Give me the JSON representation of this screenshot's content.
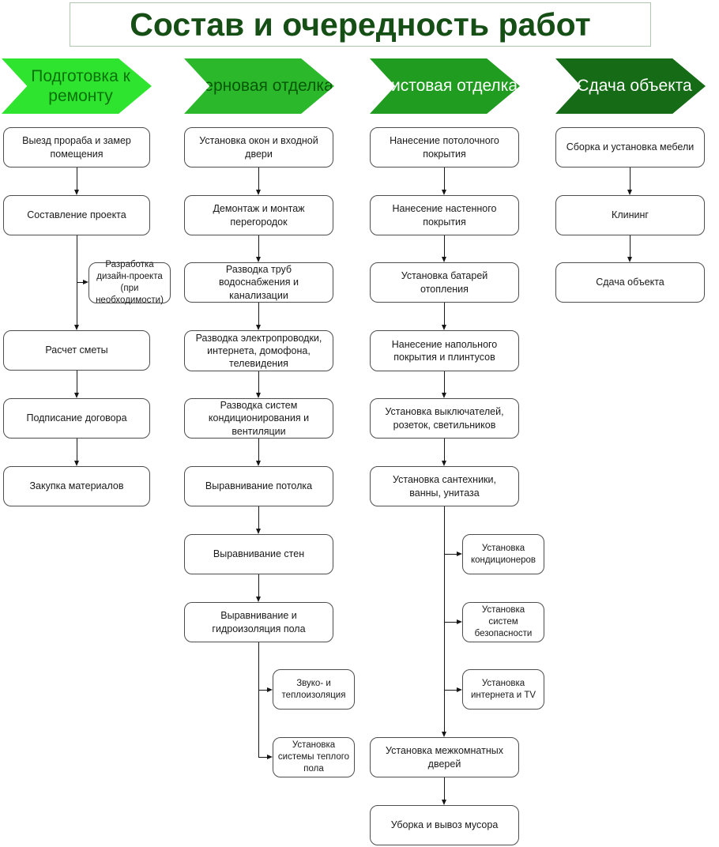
{
  "title": "Состав и очередность работ",
  "accent_colors": {
    "title_text": "#164f16",
    "title_border": "#aec6ae",
    "phase1_fill": "#2fe42f",
    "phase1_text": "#0a720a",
    "phase2_fill": "#2bb92b",
    "phase2_text": "#085808",
    "phase3_fill": "#209d20",
    "phase3_text": "#ffffff",
    "phase4_fill": "#166b16",
    "phase4_text": "#ffffff",
    "node_border": "#4d4d4d",
    "connector": "#161616"
  },
  "columns": [
    {
      "header": {
        "label": "Подготовка к ремонту"
      },
      "boxes": [
        {
          "label": "Выезд прораба и замер помещения"
        },
        {
          "label": "Составление проекта"
        },
        {
          "label": "Расчет сметы"
        },
        {
          "label": "Подписание договора"
        },
        {
          "label": "Закупка материалов"
        }
      ],
      "side_boxes": [
        {
          "label": "Разработка дизайн-проекта (при необходимости)"
        }
      ]
    },
    {
      "header": {
        "label": "Черновая отделка"
      },
      "boxes": [
        {
          "label": "Установка окон и входной двери"
        },
        {
          "label": "Демонтаж и монтаж перегородок"
        },
        {
          "label": "Разводка труб водоснабжения и канализации"
        },
        {
          "label": "Разводка электропроводки, интернета, домофона, телевидения"
        },
        {
          "label": "Разводка систем кондиционирования и вентиляции"
        },
        {
          "label": "Выравнивание потолка"
        },
        {
          "label": "Выравнивание стен"
        },
        {
          "label": "Выравнивание и гидроизоляция пола"
        }
      ],
      "side_boxes": [
        {
          "label": "Звуко- и теплоизоляция"
        },
        {
          "label": "Установка системы теплого пола"
        }
      ]
    },
    {
      "header": {
        "label": "Чистовая отделка"
      },
      "boxes": [
        {
          "label": "Нанесение потолочного покрытия"
        },
        {
          "label": "Нанесение настенного покрытия"
        },
        {
          "label": "Установка батарей отопления"
        },
        {
          "label": "Нанесение напольного покрытия и плинтусов"
        },
        {
          "label": "Установка выключателей, розеток, светильников"
        },
        {
          "label": "Установка сантехники, ванны, унитаза"
        },
        {
          "label": "Установка межкомнатных дверей"
        },
        {
          "label": "Уборка и вывоз мусора"
        }
      ],
      "side_boxes": [
        {
          "label": "Установка кондиционеров"
        },
        {
          "label": "Установка систем безопасности"
        },
        {
          "label": "Установка интернета и TV"
        }
      ]
    },
    {
      "header": {
        "label": "Сдача объекта"
      },
      "boxes": [
        {
          "label": "Сборка и установка мебели"
        },
        {
          "label": "Клининг"
        },
        {
          "label": "Сдача объекта"
        }
      ],
      "side_boxes": []
    }
  ]
}
